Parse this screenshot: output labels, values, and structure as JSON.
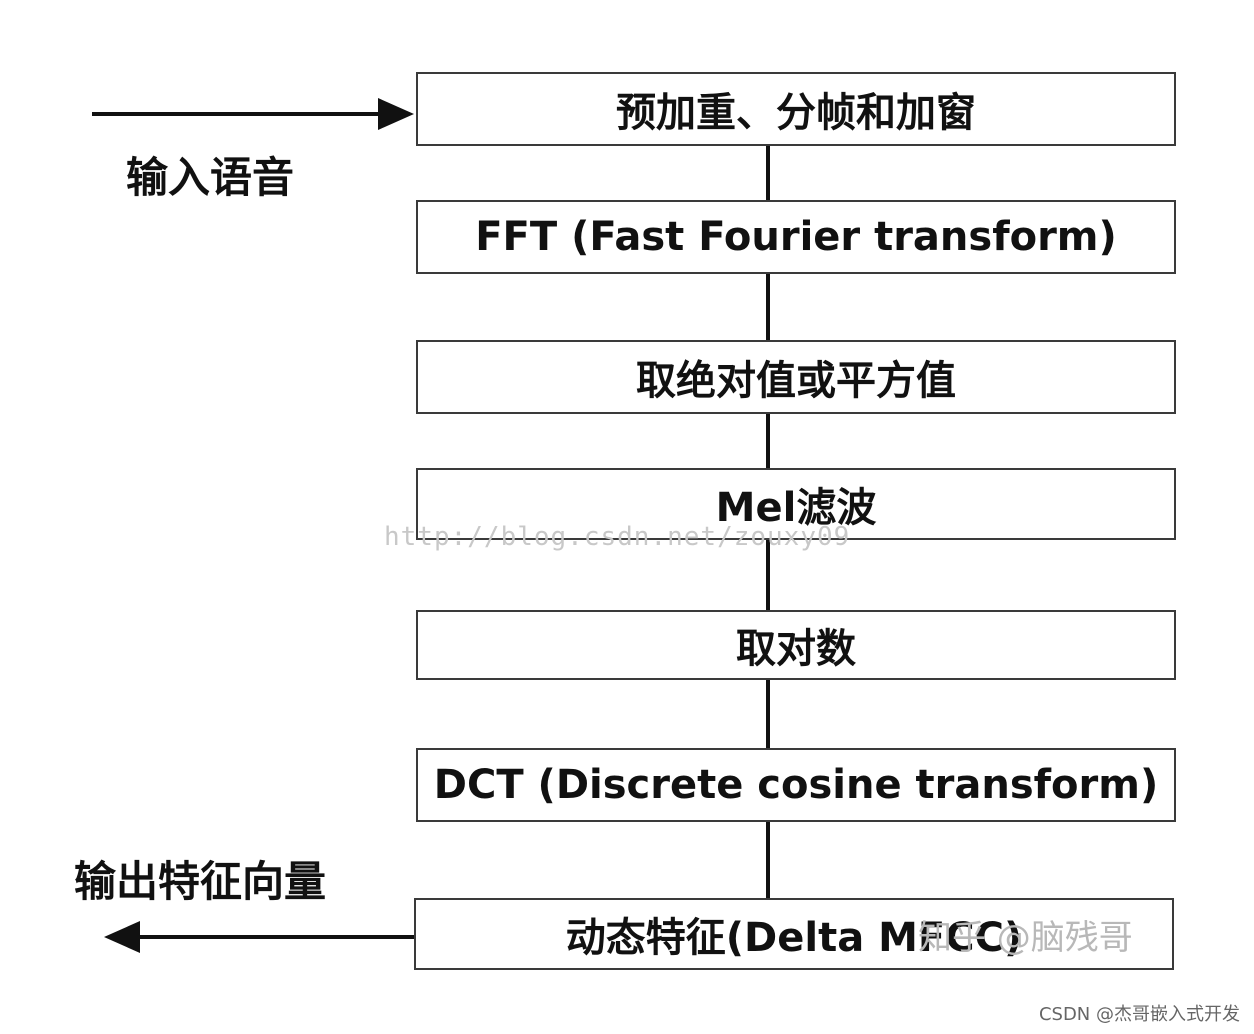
{
  "diagram": {
    "steps": [
      {
        "label": "预加重、分帧和加窗"
      },
      {
        "label": "FFT (Fast Fourier transform)"
      },
      {
        "label": "取绝对值或平方值"
      },
      {
        "label": "Mel滤波"
      },
      {
        "label": "取对数"
      },
      {
        "label": "DCT (Discrete cosine transform)"
      },
      {
        "label": "动态特征(Delta MFCC)"
      }
    ],
    "input_label": "输入语音",
    "output_label": "输出特征向量",
    "colors": {
      "line": "#111111",
      "box_border": "#3a3a3a",
      "text": "#111111"
    }
  },
  "watermarks": {
    "url": "http://blog.csdn.net/zouxy09",
    "zhihu": "知乎 @脑残哥",
    "csdn": "CSDN @杰哥嵌入式开发"
  }
}
